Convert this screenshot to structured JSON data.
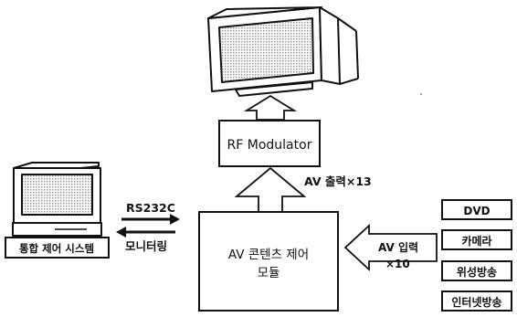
{
  "diagram": {
    "rf_modulator": "RF Modulator",
    "av_output": "AV 출력×13",
    "av_input_line1": "AV 입력",
    "av_input_line2": "×10",
    "rs232c": "RS232C",
    "monitoring": "모니터링",
    "control_system": "통합 제어 시스템",
    "module_line1": "AV 콘텐츠 제어",
    "module_line2": "모듈",
    "sources": [
      "DVD",
      "카메라",
      "위성방송",
      "인터넷방송"
    ]
  }
}
